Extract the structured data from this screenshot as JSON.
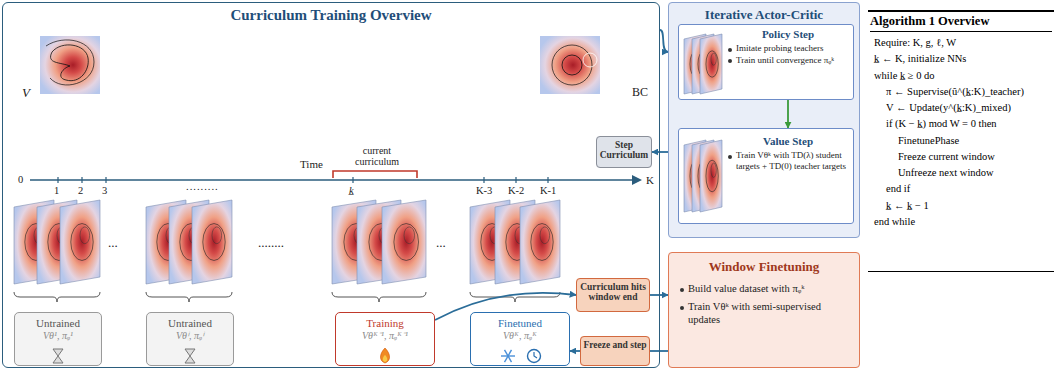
{
  "diagram": {
    "nodes": [
      {
        "text": [
          "Curriculum Training Overview"
        ]
      },
      {
        "text": [
          "Untrained",
          "Vθ¹, πᵩ¹"
        ],
        "in": 0
      },
      {
        "text": [
          "Untrained",
          "Vθⁱ, πᵩⁱ"
        ],
        "in": 0
      },
      {
        "text": [
          "Training",
          "Vθᴷ⁻¹, πᵩᴷ⁻¹"
        ],
        "in": 0
      },
      {
        "text": [
          "Finetuned",
          "Vθᴷ, πᵩᴷ"
        ],
        "in": 0
      },
      {
        "text": [
          "Step Curriculum"
        ]
      },
      {
        "text": [
          "Curriculum hits window end"
        ]
      },
      {
        "text": [
          "Freeze and step"
        ]
      },
      {
        "text": [
          "Iterative Actor-Critic"
        ]
      },
      {
        "text": [
          "Policy Step",
          "Imitate probing teachers",
          "Train until convergence πᵩᵏ"
        ],
        "in": 8
      },
      {
        "text": [
          "Value Step",
          "Train Vθᵏ with TD(λ) student targets + TD(0) teacher targets"
        ],
        "in": 8
      },
      {
        "text": [
          "Window Finetuning",
          "Build value dataset with πᵩᵏ",
          "Train Vθᵏ with semi-supervised updates"
        ]
      },
      {
        "text": [
          "Algorithm 1 Overview",
          "Require: K, g, ℓ, W",
          "k̲ ← K, initialize NNs",
          "while k̲ ≥ 0 do",
          "π ← Supervise(û^(k̲:K)_teacher)",
          "V ← Update(y^(k̲:K)_mixed)",
          "if (K − k̲) mod W = 0 then",
          "FinetunePhase",
          "Freeze current window",
          "Unfreeze next window",
          "end if",
          "k̲ ← k̲ − 1",
          "end while"
        ]
      }
    ],
    "edges": [
      {
        "from": 0,
        "to": 8,
        "arrow": "to"
      },
      {
        "from": 9,
        "to": 10,
        "arrow": "to"
      },
      {
        "from": 8,
        "to": 5,
        "arrow": "to"
      },
      {
        "from": 3,
        "to": 6,
        "arrow": "to"
      },
      {
        "from": 6,
        "to": 11,
        "arrow": "to"
      },
      {
        "from": 11,
        "to": 7,
        "arrow": "none"
      },
      {
        "from": 7,
        "to": 4,
        "arrow": "to"
      }
    ],
    "labels": [
      "V",
      "BC",
      "0",
      "1",
      "2",
      "3",
      ".........",
      "k̲",
      "K-3",
      "K-2",
      "K-1",
      "K",
      "Time",
      "current curriculum",
      "...",
      "........",
      "..."
    ]
  }
}
